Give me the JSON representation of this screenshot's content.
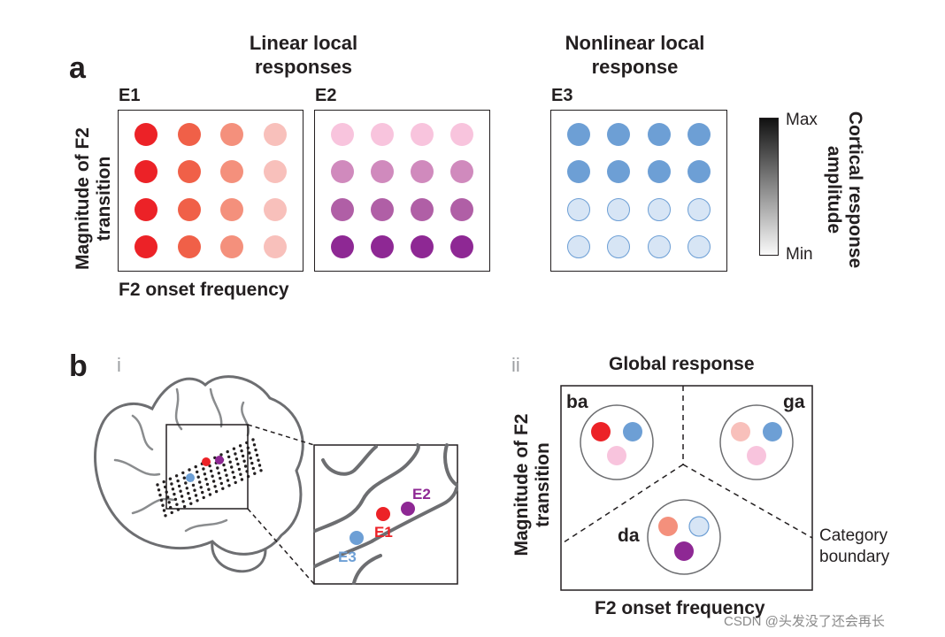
{
  "panel_a": {
    "letter": "a",
    "title_linear": "Linear local responses",
    "title_nonlinear": "Nonlinear local response",
    "y_axis": "Magnitude of F2 transition",
    "x_axis": "F2 onset frequency",
    "electrodes": [
      {
        "label": "E1",
        "rows": [
          [
            "#ec2227",
            "#f06048",
            "#f4907c",
            "#f8c0bb"
          ],
          [
            "#ec2227",
            "#f06048",
            "#f4907c",
            "#f8c0bb"
          ],
          [
            "#ec2227",
            "#f06048",
            "#f4907c",
            "#f8c0bb"
          ],
          [
            "#ec2227",
            "#f06048",
            "#f4907c",
            "#f8c0bb"
          ]
        ]
      },
      {
        "label": "E2",
        "rows": [
          [
            "#f8c4dd",
            "#f8c4dd",
            "#f8c4dd",
            "#f8c4dd"
          ],
          [
            "#d08abd",
            "#d08abd",
            "#d08abd",
            "#d08abd"
          ],
          [
            "#b05fa6",
            "#b05fa6",
            "#b05fa6",
            "#b05fa6"
          ],
          [
            "#8e2894",
            "#8e2894",
            "#8e2894",
            "#8e2894"
          ]
        ]
      },
      {
        "label": "E3",
        "rows": [
          [
            "#6d9fd5",
            "#6d9fd5",
            "#6d9fd5",
            "#6d9fd5"
          ],
          [
            "#6d9fd5",
            "#6d9fd5",
            "#6d9fd5",
            "#6d9fd5"
          ],
          [
            "#d7e5f5",
            "#d7e5f5",
            "#d7e5f5",
            "#d7e5f5"
          ],
          [
            "#d7e5f5",
            "#d7e5f5",
            "#d7e5f5",
            "#d7e5f5"
          ]
        ]
      }
    ],
    "colorbar": {
      "max_label": "Max",
      "min_label": "Min",
      "title": "Cortical response amplitude"
    }
  },
  "panel_b": {
    "letter": "b",
    "sub_i": "i",
    "sub_ii": "ii",
    "brain_labels": {
      "e1": "E1",
      "e2": "E2",
      "e3": "E3"
    },
    "colors": {
      "e1": "#ec2227",
      "e2": "#8e2894",
      "e3": "#6d9fd5"
    },
    "global_title": "Global response",
    "y_axis": "Magnitude of F2 transition",
    "x_axis": "F2 onset frequency",
    "categories": [
      "ba",
      "ga",
      "da"
    ],
    "boundary_label_1": "Category",
    "boundary_label_2": "boundary"
  },
  "watermark": "CSDN @头发没了还会再长"
}
